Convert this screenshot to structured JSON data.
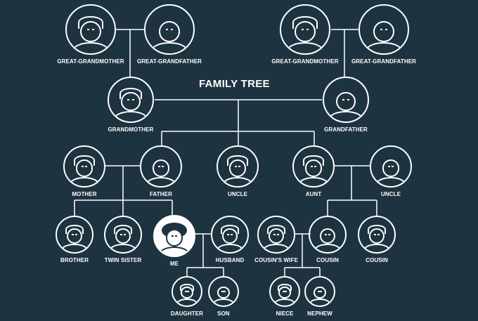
{
  "title": "FAMILY TREE",
  "members": {
    "great_grandmother_left": "GREAT-GRANDMOTHER",
    "great_grandfather_left": "GREAT-GRANDFATHER",
    "great_grandmother_right": "GREAT-GRANDMOTHER",
    "great_grandfather_right": "GREAT-GRANDFATHER",
    "grandmother": "GRANDMOTHER",
    "grandfather": "GRANDFATHER",
    "mother": "MOTHER",
    "father": "FATHER",
    "uncle_middle": "UNCLE",
    "aunt": "AUNT",
    "uncle_right": "UNCLE",
    "brother": "BROTHER",
    "twin_sister": "TWIN SISTER",
    "me": "ME",
    "husband": "HUSBAND",
    "cousins_wife": "COUSIN'S WIFE",
    "cousin_1": "COUSIN",
    "cousin_2": "COUSIN",
    "daughter": "DAUGHTER",
    "son": "SON",
    "niece": "NIECE",
    "nephew": "NEPHEW"
  },
  "colors": {
    "background": "#1e3340",
    "line": "#ffffff",
    "highlight_fill": "#ffffff"
  }
}
